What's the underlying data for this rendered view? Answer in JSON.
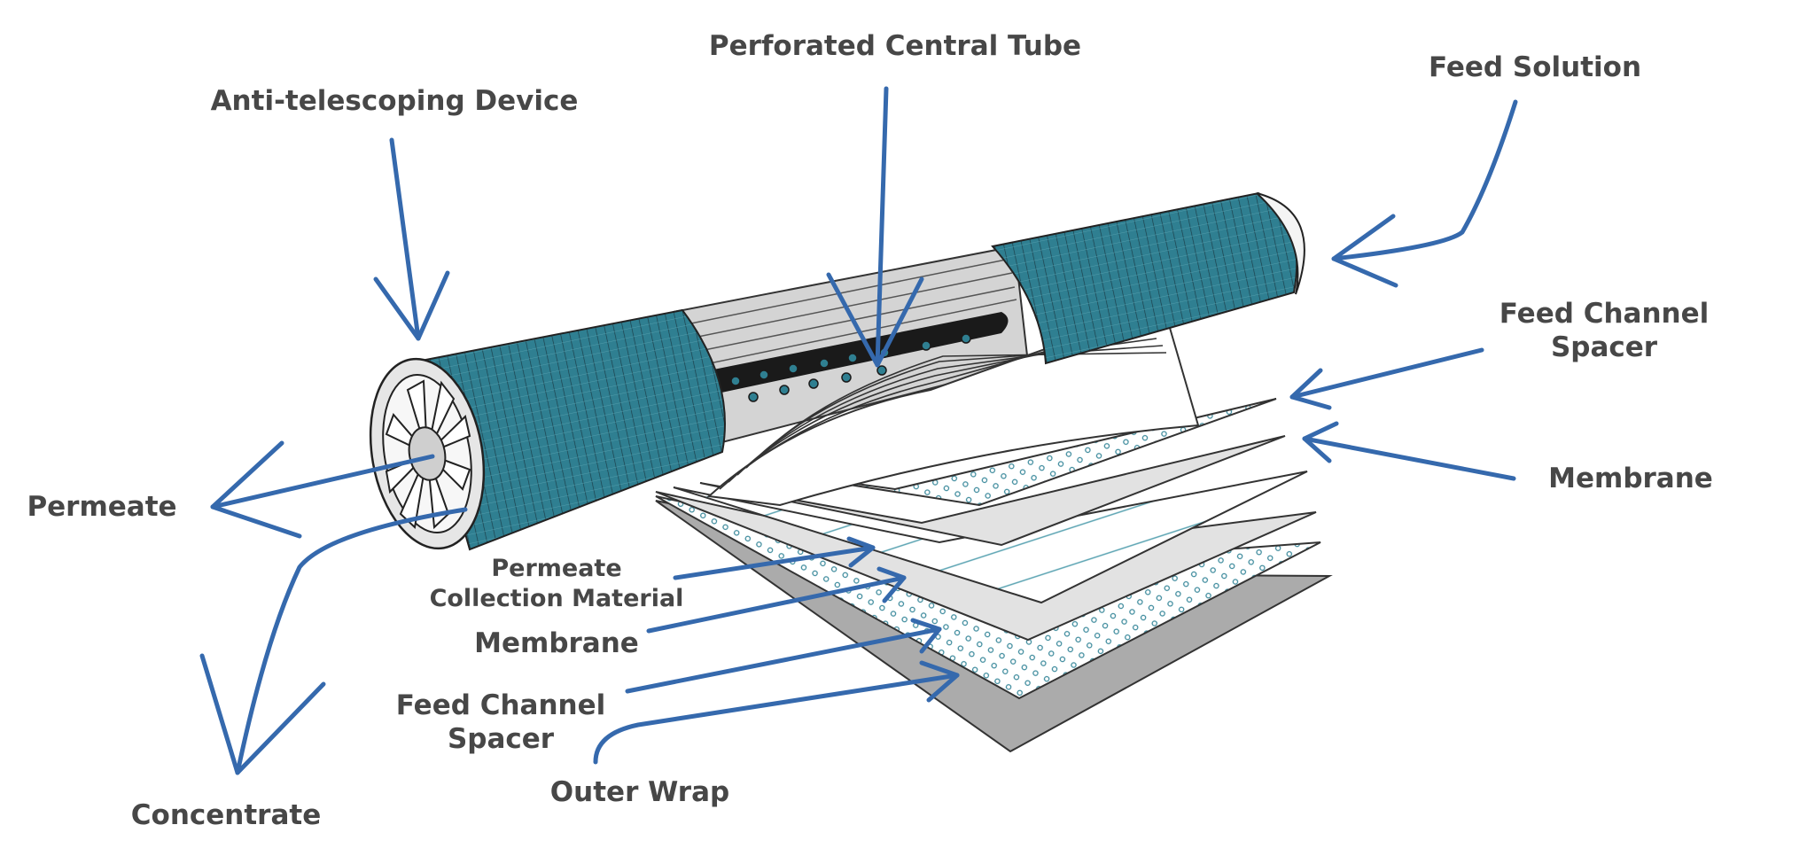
{
  "labels": {
    "perforated_tube": "Perforated Central Tube",
    "feed_solution": "Feed Solution",
    "anti_telescoping": "Anti-telescoping Device",
    "feed_spacer_top_1": "Feed Channel",
    "feed_spacer_top_2": "Spacer",
    "membrane_right": "Membrane",
    "permeate": "Permeate",
    "collection_1": "Permeate",
    "collection_2": "Collection Material",
    "membrane_bottom": "Membrane",
    "feed_spacer_bottom_1": "Feed Channel",
    "feed_spacer_bottom_2": "Spacer",
    "outer_wrap": "Outer Wrap",
    "concentrate": "Concentrate"
  },
  "colors": {
    "arrow": "#3569ad",
    "wrap": "#2f7f91",
    "text": "#474747",
    "sheet_light": "#e2e2e2",
    "sheet_dark": "#ababab"
  }
}
